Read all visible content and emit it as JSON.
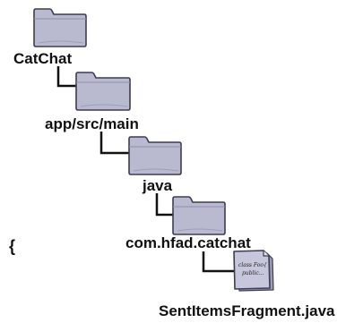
{
  "tree": {
    "nodes": [
      {
        "label": "CatChat",
        "icon": "folder-icon"
      },
      {
        "label": "app/src/main",
        "icon": "folder-icon"
      },
      {
        "label": "java",
        "icon": "folder-icon"
      },
      {
        "label": "com.hfad.catchat",
        "icon": "folder-icon"
      },
      {
        "label": "SentItemsFragment.java",
        "icon": "java-file-icon"
      }
    ],
    "file_icon_text": {
      "line1": "class Foo{",
      "line2": "public..."
    }
  },
  "side_mark": "{",
  "colors": {
    "folder_fill": "#b9b9d0",
    "folder_tab": "#a5a5c2",
    "folder_stroke": "#3c3c52",
    "connector": "#111111",
    "file_fill": "#c6c6dc"
  }
}
